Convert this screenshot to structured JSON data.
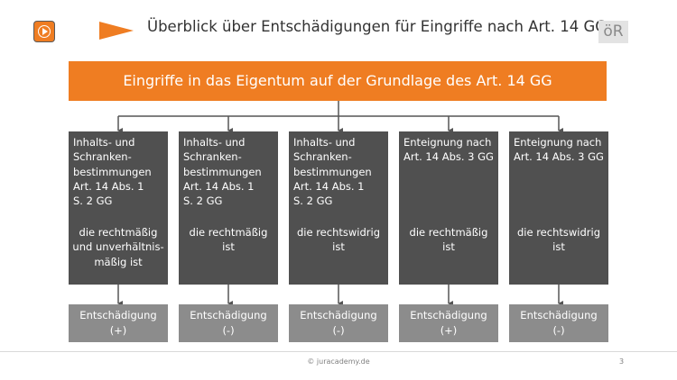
{
  "header": {
    "title": "Überblick über Entschädigungen für Eingriffe nach Art. 14 GG",
    "badge": "öR"
  },
  "root": {
    "label": "Eingriffe in das Eigentum auf der Grundlage des Art. 14 GG"
  },
  "cards": [
    {
      "basis": "Inhalts- und\nSchranken-\nbestimmungen\nArt. 14 Abs. 1\nS. 2 GG",
      "condition": "die rechtmäßig\nund unverhältnis-\nmäßig ist",
      "result": "Entschädigung\n(+)"
    },
    {
      "basis": "Inhalts- und\nSchranken-\nbestimmungen\nArt. 14 Abs. 1\nS. 2 GG",
      "condition": "die rechtmäßig\nist",
      "result": "Entschädigung\n(-)"
    },
    {
      "basis": "Inhalts- und\nSchranken-\nbestimmungen\nArt. 14 Abs. 1\nS. 2 GG",
      "condition": "die rechtswidrig\nist",
      "result": "Entschädigung\n(-)"
    },
    {
      "basis": "Enteignung nach\nArt. 14 Abs. 3 GG",
      "condition": "die rechtmäßig\nist",
      "result": "Entschädigung\n(+)"
    },
    {
      "basis": "Enteignung nach\nArt. 14 Abs. 3 GG",
      "condition": "die rechtswidrig\nist",
      "result": "Entschädigung\n(-)"
    }
  ],
  "footer": {
    "copyright": "© juracademy.de",
    "page": "3"
  },
  "colors": {
    "accent": "#ef7d22",
    "card": "#505050",
    "result": "#8c8c8c",
    "connector": "#555555"
  }
}
